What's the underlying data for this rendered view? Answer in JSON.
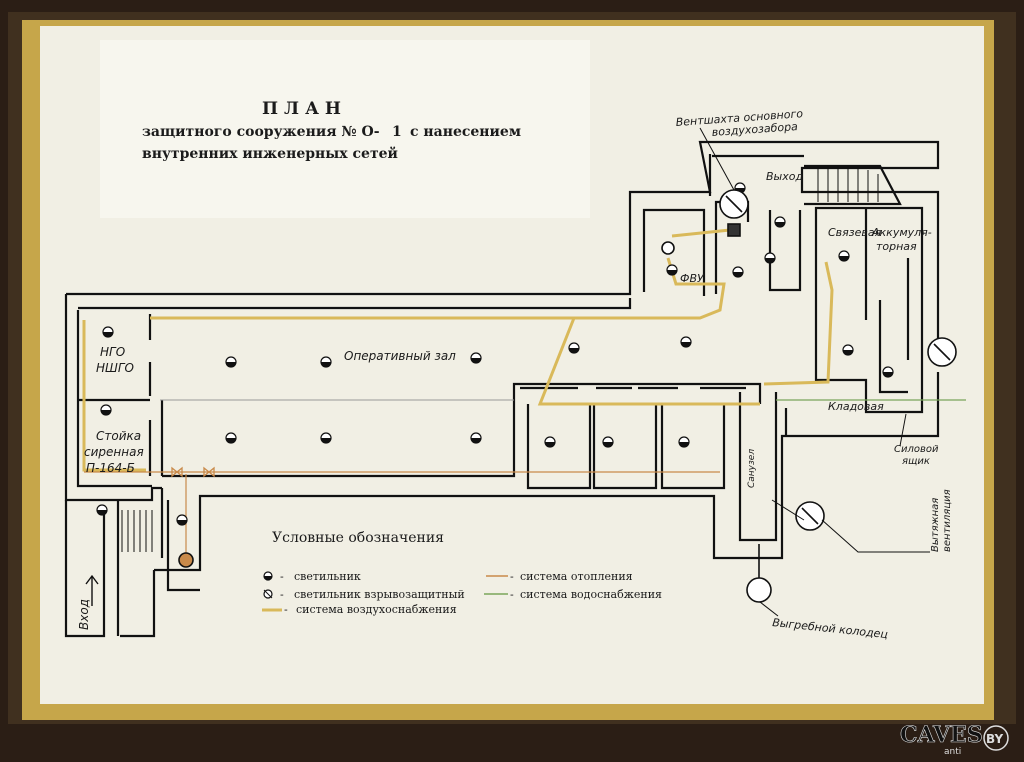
{
  "plan": {
    "title": "ПЛАН",
    "subtitle_1": "защитного сооружения № О-",
    "subtitle_1_suffix": "с нанесением",
    "subtitle_2": "внутренних   инженерных сетей"
  },
  "rooms": {
    "ventshaft": "Вентшахта основного",
    "ventshaft_2": "воздухозабора",
    "exit": "Выход",
    "comms": "Связевая",
    "accum": "Аккумуля-",
    "accum_2": "торная",
    "fvu": "ФВУ",
    "operations_hall": "Оперативный зал",
    "ngo": "НГО",
    "nshgo": "НШГО",
    "siren_1": "Стойка",
    "siren_2": "сиренная",
    "siren_3": "П-164-Б",
    "storage": "Кладовая",
    "power_input": "Силовой",
    "power_input_2": "ящик",
    "exhaust": "Вытяжная",
    "exhaust_2": "вентиляция",
    "sanitary": "Санузел",
    "cesspit": "Выгребной колодец",
    "entrance": "Вход"
  },
  "legend": {
    "title": "Условные обозначения",
    "items": [
      {
        "symbol": "lamp",
        "label": "светильник"
      },
      {
        "symbol": "explosion-proof-lamp",
        "label": "светильник взрывозащитный"
      },
      {
        "symbol": "air-supply-line",
        "label": "система воздухоснабжения"
      },
      {
        "symbol": "heating-line",
        "label": "система отопления"
      },
      {
        "symbol": "water-line",
        "label": "система водоснабжения"
      }
    ],
    "dash": "-"
  },
  "watermark": {
    "text": "CAVES",
    "small": "anti",
    "badge": "BY"
  },
  "colors": {
    "frame": "#3a2a1e",
    "gold": "#c6a64a",
    "paper": "#f1efe4",
    "ink": "#111111",
    "air": "#d9b95a",
    "heat": "#c98a4a",
    "water": "#7aa55a"
  }
}
